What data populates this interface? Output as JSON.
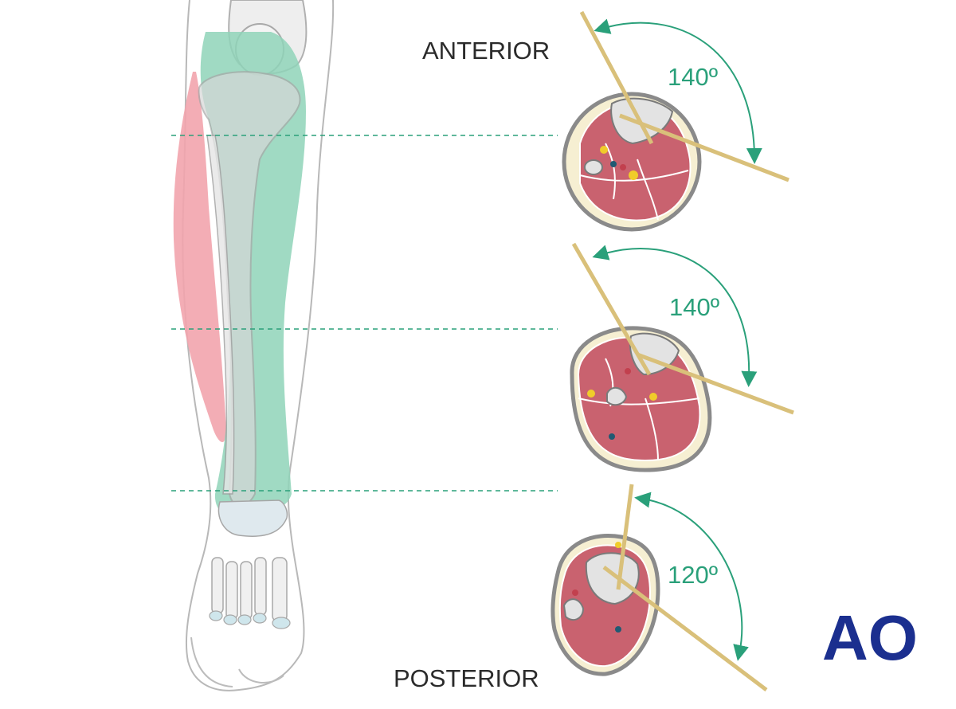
{
  "labels": {
    "anterior": "ANTERIOR",
    "posterior": "POSTERIOR"
  },
  "angles": {
    "upper": "140º",
    "middle": "140º",
    "lower": "120º"
  },
  "logo": "AO",
  "colors": {
    "muscle": "#c9626f",
    "bone": "#e3e3e3",
    "tibialis_anterior": "#8fd3b9",
    "peroneus": "#f2a4ad",
    "fat": "#f6efd2",
    "outline": "#8a8a8a",
    "angle_arc": "#2aa07a",
    "pin": "#d9c07a",
    "nerve": "#f0cc2a",
    "artery": "#c2404e",
    "vein": "#205a73",
    "logo": "#1b2f8f"
  }
}
